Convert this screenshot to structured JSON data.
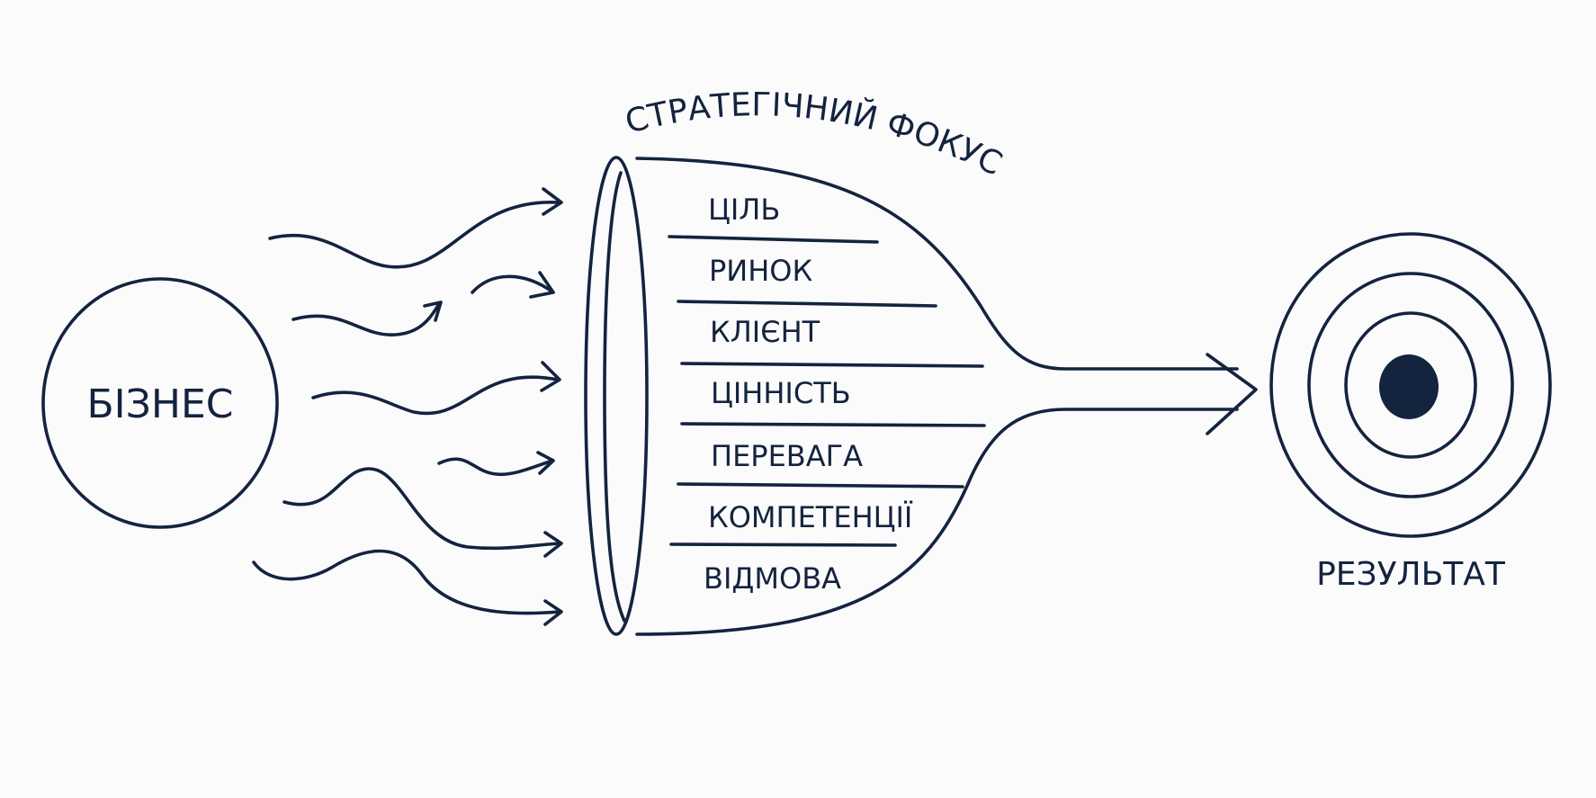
{
  "diagram": {
    "source_label": "БІЗНЕС",
    "focus_label": "СТРАТЕГІЧНИЙ ФОКУС",
    "funnel_steps": [
      "ЦІЛЬ",
      "РИНОК",
      "КЛІЄНТ",
      "ЦІННІСТЬ",
      "ПЕРЕВАГА",
      "КОМПЕТЕНЦІЇ",
      "ВІДМОВА"
    ],
    "result_label": "РЕЗУЛЬТАТ"
  },
  "colors": {
    "ink": "#14233e",
    "background": "#fbfbfc"
  },
  "icons": [
    "wavy-arrow-icon",
    "target-icon",
    "arrow-icon"
  ]
}
